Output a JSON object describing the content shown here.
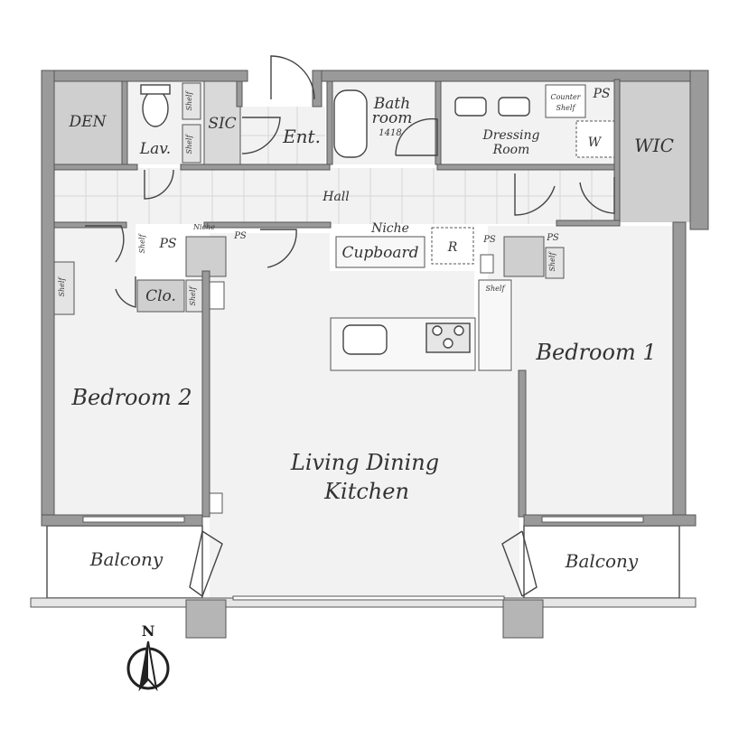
{
  "rooms": {
    "den": "DEN",
    "lav": "Lav.",
    "sic": "SIC",
    "ent": "Ent.",
    "bath_line1": "Bath",
    "bath_line2": "room",
    "bath_size": "1418",
    "dressing_line1": "Dressing",
    "dressing_line2": "Room",
    "wic": "WIC",
    "hall": "Hall",
    "cupboard": "Cupboard",
    "refrigerator": "R",
    "closet": "Clo.",
    "bedroom1": "Bedroom 1",
    "bedroom2": "Bedroom 2",
    "ldk_line1": "Living Dining",
    "ldk_line2": "Kitchen",
    "balcony_left": "Balcony",
    "balcony_right": "Balcony",
    "washer": "W"
  },
  "fixtures": {
    "ps": "PS",
    "shelf": "Shelf",
    "niche": "Niche",
    "counter_line1": "Counter",
    "counter_line2": "Shelf"
  },
  "compass": {
    "north": "N"
  },
  "colors": {
    "wall": "#8e8e8e",
    "wall_dark": "#6a6a6a",
    "room_fill": "#f2f2f2",
    "storage_fill": "#cfcfcf",
    "balcony_fill": "#ffffff",
    "line": "#555555",
    "text": "#333333"
  }
}
